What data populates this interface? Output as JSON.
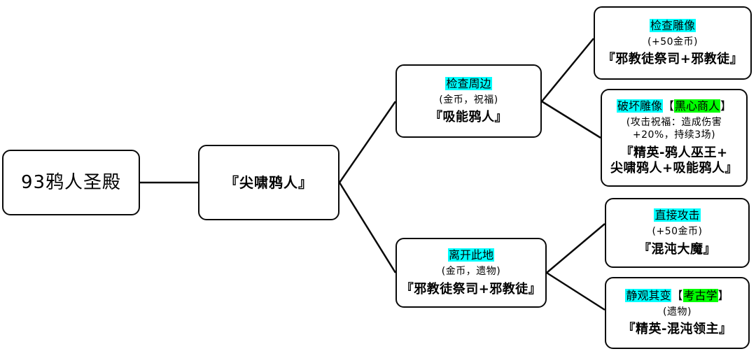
{
  "diagram": {
    "type": "event-branch-tree",
    "colors": {
      "highlight_option": "#00ffff",
      "highlight_skill": "#00ff00",
      "box_border": "#0a0a0a",
      "background": "#ffffff"
    },
    "root": {
      "label": "93鸦人圣殿"
    },
    "stage": {
      "label": "『尖啸鸦人』"
    },
    "options": [
      {
        "id": "opt-a",
        "title": "检查周边",
        "reward": "(金币，祝福)",
        "enemies": "『吸能鸦人』"
      },
      {
        "id": "opt-b",
        "title": "离开此地",
        "reward": "(金币，遗物)",
        "enemies": "『邪教徒祭司+邪教徒』"
      }
    ],
    "outcomes": [
      {
        "id": "a1",
        "title": "检查雕像",
        "skill": "",
        "reward": "(+50金币)",
        "enemies": "『邪教徒祭司+邪教徒』"
      },
      {
        "id": "a2",
        "title": "破坏雕像",
        "skill_open": "【",
        "skill": "黑心商人",
        "skill_close": "】",
        "reward_line1": "(攻击祝福：造成伤害",
        "reward_line2": "+20%，持续3场)",
        "enemies_line1": "『精英-鸦人巫王+",
        "enemies_line2": "尖啸鸦人+吸能鸦人』"
      },
      {
        "id": "b1",
        "title": "直接攻击",
        "reward": "(+50金币)",
        "enemies": "『混沌大魔』"
      },
      {
        "id": "b2",
        "title": "静观其变",
        "skill_open": "【",
        "skill": "考古学",
        "skill_close": "】",
        "reward": "(遗物)",
        "enemies": "『精英-混沌领主』"
      }
    ]
  }
}
